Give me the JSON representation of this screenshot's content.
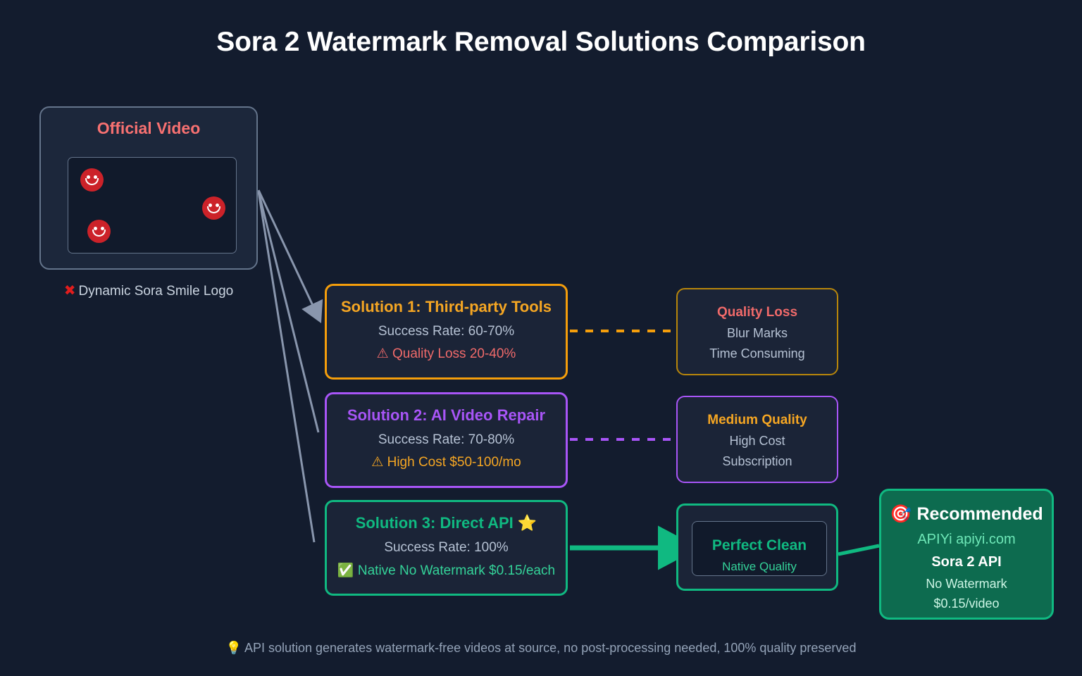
{
  "page": {
    "title": "Sora 2 Watermark Removal Solutions Comparison",
    "background": "#131c2e"
  },
  "video_card": {
    "title": "Official Video",
    "caption_icon": "cross-mark-emoji",
    "caption_icon_glyph": "✖",
    "caption": "Dynamic Sora Smile Logo",
    "watermarks": [
      {
        "name": "smile-watermark-1"
      },
      {
        "name": "smile-watermark-2"
      },
      {
        "name": "smile-watermark-3"
      }
    ],
    "border_color": "#64748b",
    "title_color": "#f87171"
  },
  "solutions": [
    {
      "id": "solution-1",
      "heading": "Solution 1: Third-party Tools",
      "success_rate": "Success Rate: 60-70%",
      "note_icon_glyph": "⚠",
      "note": "Quality Loss 20-40%",
      "accent": "#f59e0b",
      "note_color": "#f06a6a"
    },
    {
      "id": "solution-2",
      "heading": "Solution 2: AI Video Repair",
      "success_rate": "Success Rate: 70-80%",
      "note_icon_glyph": "⚠",
      "note": "High Cost $50-100/mo",
      "accent": "#a855f7",
      "note_color": "#f5a623"
    },
    {
      "id": "solution-3",
      "heading": "Solution 3: Direct API ⭐",
      "success_rate": "Success Rate: 100%",
      "note_icon_glyph": "✅",
      "note": "Native No Watermark $0.15/each",
      "accent": "#10b981",
      "note_color": "#34d399"
    }
  ],
  "outcomes": [
    {
      "id": "outcome-1",
      "line1": "Quality Loss",
      "line2": "Blur Marks",
      "line3": "Time Consuming",
      "accent": "#b8860b",
      "line1_color": "#f06a6a"
    },
    {
      "id": "outcome-2",
      "line1": "Medium Quality",
      "line2": "High Cost",
      "line3": "Subscription",
      "accent": "#a855f7",
      "line1_color": "#f5a623"
    },
    {
      "id": "outcome-3",
      "line1": "Perfect Clean",
      "line2": "Native Quality",
      "accent": "#10b981",
      "line1_color": "#10b981"
    }
  ],
  "recommended": {
    "icon_glyph": "🎯",
    "title": "Recommended",
    "brand": "APIYi apiyi.com",
    "product": "Sora 2 API",
    "feature": "No Watermark",
    "price": "$0.15/video",
    "fill": "#0d6b4f",
    "border": "#10b981"
  },
  "footer": {
    "icon_glyph": "💡",
    "text": "API solution generates watermark-free videos at source, no post-processing needed, 100% quality preserved"
  }
}
